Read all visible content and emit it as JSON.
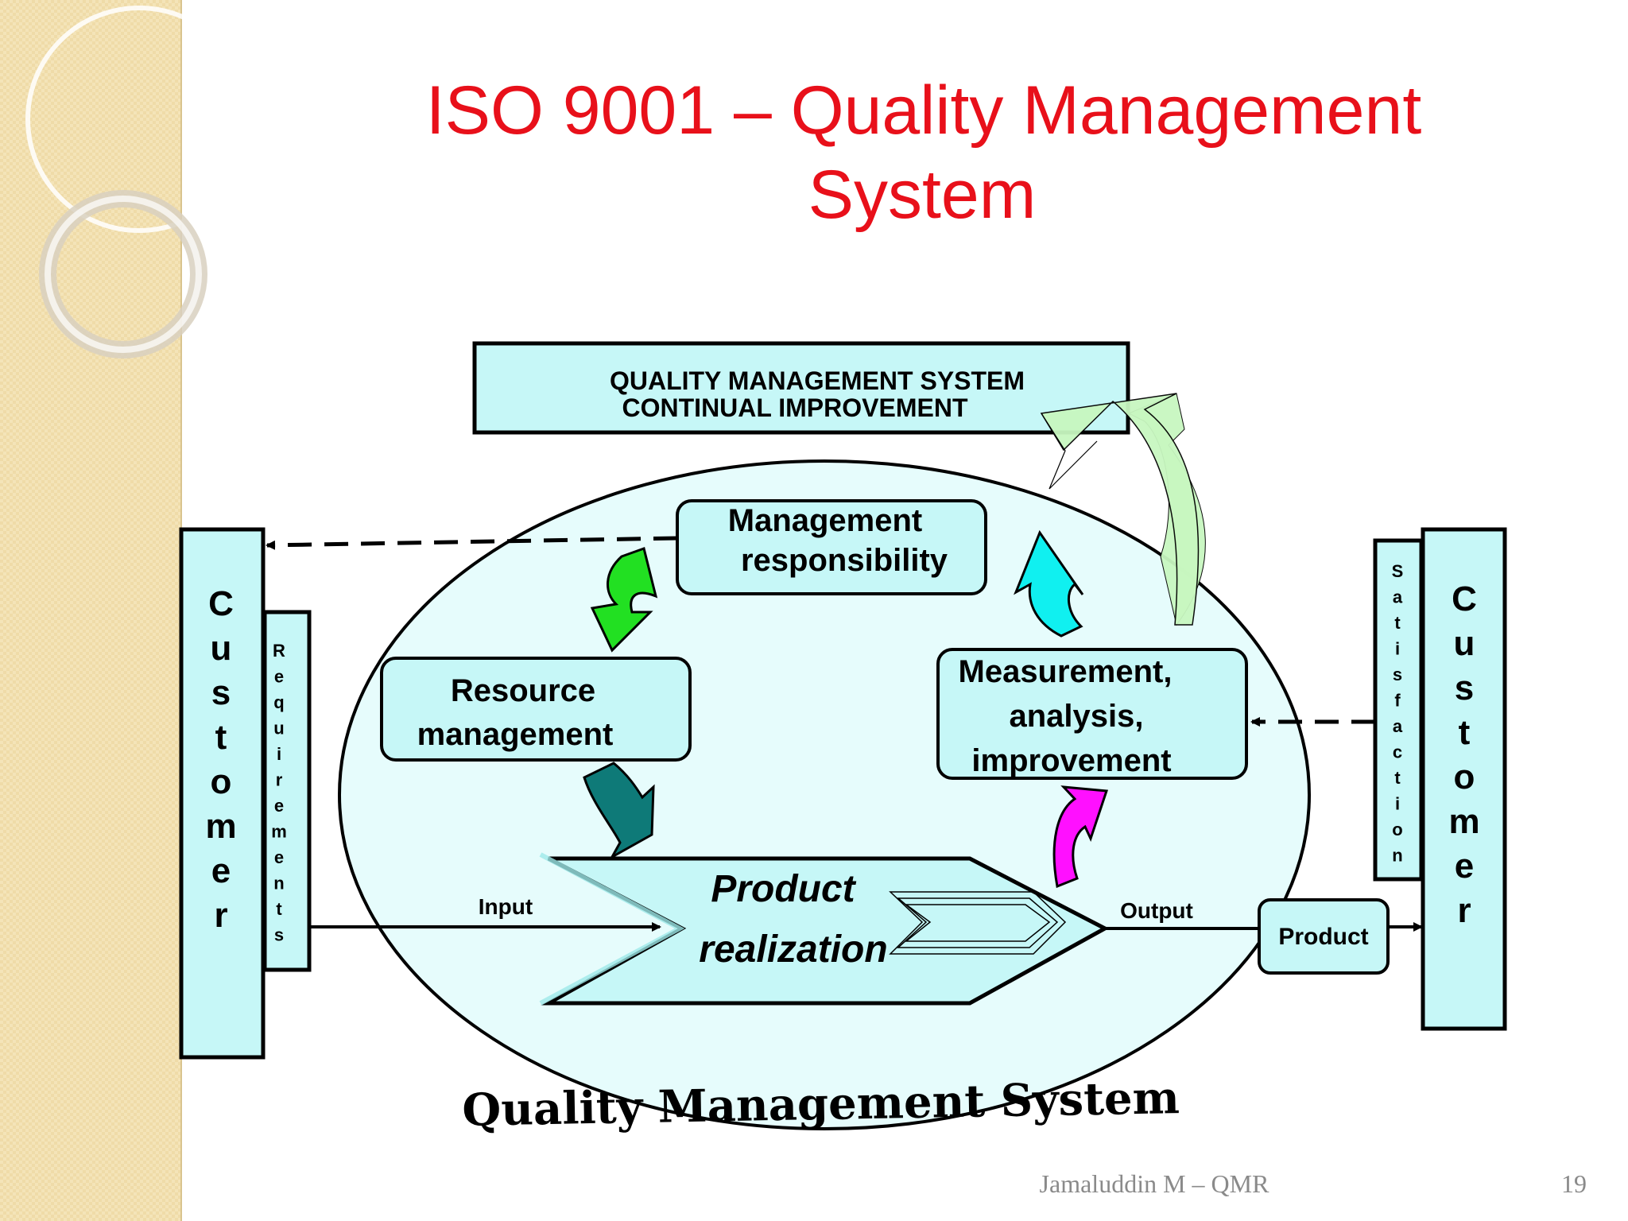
{
  "title": {
    "line1": "ISO 9001 – Quality Management",
    "line2": "System"
  },
  "diagram": {
    "top_box": {
      "line1": "QUALITY  MANAGEMENT  SYSTEM",
      "line2": "CONTINUAL  IMPROVEMENT"
    },
    "management": {
      "line1": "Management",
      "line2": "responsibility"
    },
    "resource": {
      "line1": "Resource",
      "line2": "management"
    },
    "measurement": {
      "line1": "Measurement,",
      "line2": "analysis,",
      "line3": "improvement"
    },
    "product_realization": {
      "line1": "Product",
      "line2": "realization"
    },
    "input_label": "Input",
    "output_label": "Output",
    "product_box": "Product",
    "customer_left": [
      "C",
      "u",
      "s",
      "t",
      "o",
      "m",
      "e",
      "r"
    ],
    "requirements": [
      "R",
      "e",
      "q",
      "u",
      "i",
      "r",
      "e",
      "m",
      "e",
      "n",
      "t",
      "s"
    ],
    "satisfaction": [
      "S",
      "a",
      "t",
      "i",
      "s",
      "f",
      "a",
      "c",
      "t",
      "i",
      "o",
      "n"
    ],
    "customer_right": [
      "C",
      "u",
      "s",
      "t",
      "o",
      "m",
      "e",
      "r"
    ],
    "caption": "Quality Management System"
  },
  "footer": {
    "author": "Jamaluddin M – QMR",
    "page": "19"
  },
  "colors": {
    "title": "#e8101a",
    "box_fill": "#c6f7f7",
    "ellipse_fill": "#e6fcfc",
    "arrow_green": "#22e022",
    "arrow_teal": "#0e7a78",
    "arrow_cyan": "#10f0f0",
    "arrow_magenta": "#ff10ff",
    "arrow_light_green": "#c8f7c0",
    "sidebar": "#f3e3b6"
  }
}
